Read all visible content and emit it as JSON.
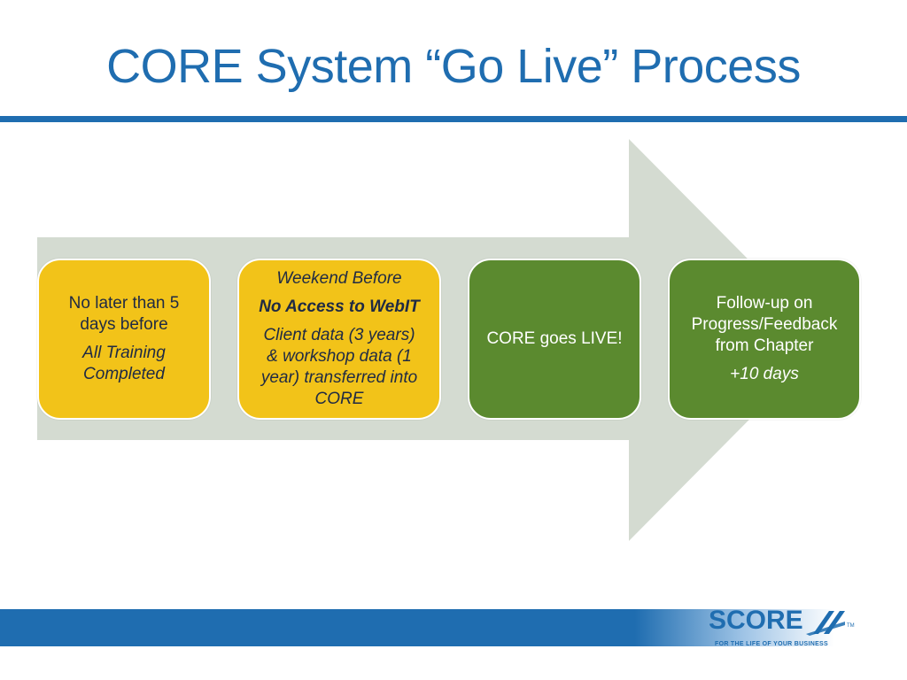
{
  "title": "CORE System “Go Live” Process",
  "colors": {
    "title_blue": "#1f6db0",
    "arrow_gray": "#d4dbd1",
    "step_yellow": "#f2c319",
    "step_green": "#5b8a2f"
  },
  "steps": [
    {
      "line1": "No later than 5",
      "line2": "days before",
      "note1": "All Training",
      "note2": "Completed"
    },
    {
      "heading": "Weekend Before",
      "emphasis": "No Access to WebIT",
      "line1": "Client data (3 years)",
      "line2": "&  workshop data  (1",
      "line3": "year) transferred into",
      "line4": "CORE"
    },
    {
      "label": "CORE goes LIVE!"
    },
    {
      "line1": "Follow-up on",
      "line2": "Progress/Feedback",
      "line3": "from Chapter",
      "note": "+10 days"
    }
  ],
  "logo": {
    "word": "SCORE",
    "tagline": "FOR THE LIFE OF YOUR BUSINESS",
    "tm": "TM",
    "icon": "score-swoosh-icon"
  }
}
